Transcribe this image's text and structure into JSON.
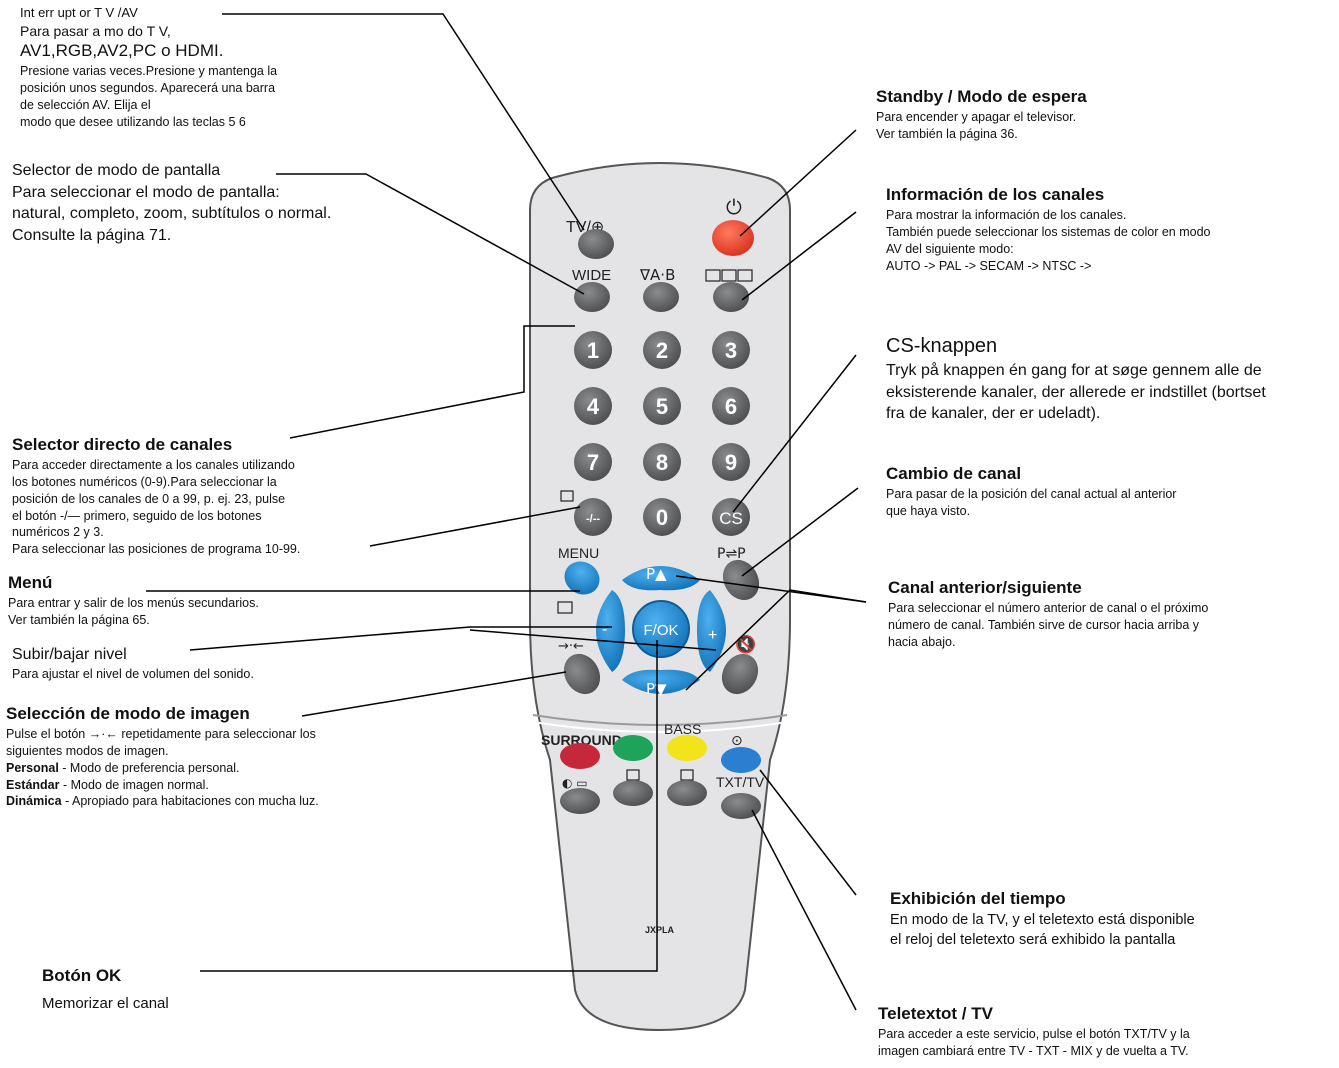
{
  "remote": {
    "labels": {
      "tv_av": "TV/⊕",
      "wide": "WIDE",
      "ab": "∇A·B",
      "menu": "MENU",
      "pp": "P⇌P",
      "p_up": "P▲",
      "p_down": "P▼",
      "fok": "F/OK",
      "minus": "-",
      "plus": "+",
      "surround": "SURROUND",
      "bass": "BASS",
      "txt_tv": "TXT/TV",
      "cs": "CS",
      "dash": "-/--",
      "brand": "JXPLA",
      "n1": "1",
      "n2": "2",
      "n3": "3",
      "n4": "4",
      "n5": "5",
      "n6": "6",
      "n7": "7",
      "n8": "8",
      "n9": "9",
      "n0": "0"
    },
    "colors": {
      "body": "#e4e4e6",
      "button_grey": "#6c6e70",
      "button_dark": "#3a3c3e",
      "standby_red": "#e8432e",
      "blue": "#1f8ed8",
      "red": "#c4283a",
      "green": "#1fa35a",
      "yellow": "#f2e31a",
      "small_blue": "#2a7fd0"
    }
  },
  "annotations": {
    "interrupt": {
      "l1": "Int err upt or  T V /AV",
      "l2": "Para  pasar  a mo do T V,",
      "l3": "AV1,RGB,AV2,PC  o    HDMI.",
      "l4": "Presione varias veces.Presione y mantenga la",
      "l5": "posición unos segundos. Aparecerá una barra",
      "l6": "de selección AV. Elija el",
      "l7": "modo que desee utilizando las teclas   5    6"
    },
    "screen_mode": {
      "title": "Selector de modo de pantalla",
      "l1": "Para seleccionar el modo de pantalla:",
      "l2": " natural, completo, zoom, subtítulos o normal.",
      "l3": "Consulte la página 71."
    },
    "direct_channel": {
      "title": "Selector directo de canales",
      "l1": "Para acceder directamente a los canales utilizando",
      "l2": "los botones numéricos (0-9).Para seleccionar la",
      "l3": "posición de los canales de 0 a 99, p. ej. 23, pulse",
      "l4": "el botón -/— primero, seguido de los botones",
      "l5": "numéricos 2 y 3.",
      "l6": "Para seleccionar las posiciones de programa 10-99."
    },
    "menu": {
      "title": "Menú",
      "l1": "Para entrar y salir de los menús secundarios.",
      "l2": "Ver también la página 65."
    },
    "volume": {
      "title": "Subir/bajar nivel",
      "l1": "Para ajustar el nivel de volumen del sonido."
    },
    "picture_mode": {
      "title": "Selección de modo de imagen",
      "l1": "Pulse el botón →·←     repetidamente para seleccionar los",
      "l2": "siguientes modos de imagen.",
      "t3": "Personal",
      "l3": " - Modo de preferencia personal.",
      "t4": "Estándar",
      "l4": " - Modo de imagen normal.",
      "t5": "Dinámica",
      "l5": " - Apropiado para habitaciones con mucha luz."
    },
    "ok": {
      "title": "Botón OK",
      "l1": "Memorizar el canal"
    },
    "standby": {
      "title": "Standby / Modo de espera",
      "l1": "Para encender y apagar el televisor.",
      "l2": "Ver también la página 36."
    },
    "channel_info": {
      "title": "Información de los canales",
      "l1": "Para mostrar la información de los canales.",
      "l2": "También puede seleccionar los sistemas de color en modo",
      "l3": "AV del siguiente modo:",
      "l4": "AUTO -> PAL -> SECAM -> NTSC ->"
    },
    "cs": {
      "title": "CS-knappen",
      "l1": "Tryk på knappen én gang for at søge gennem alle de",
      "l2": "eksisterende kanaler, der allerede er indstillet (bortset",
      "l3": "fra de kanaler, der er udeladt)."
    },
    "channel_swap": {
      "title": "Cambio de canal",
      "l1": "Para pasar de la posición del canal actual al anterior",
      "l2": "que haya visto."
    },
    "channel_prev_next": {
      "title": "Canal anterior/siguiente",
      "l1": "Para seleccionar el número anterior de canal o el próximo",
      "l2": "número de canal. También sirve de cursor hacia arriba y",
      "l3": "hacia abajo."
    },
    "time": {
      "title": "Exhibición del tiempo",
      "l1": "En modo de la TV, y el teletexto está disponible",
      "l2": "el reloj del teletexto será exhibido la pantalla"
    },
    "teletext": {
      "title": "Teletextot / TV",
      "l1": "Para acceder a este servicio, pulse el botón TXT/TV y la",
      "l2": "imagen cambiará entre TV - TXT - MIX  y de vuelta a TV."
    }
  }
}
